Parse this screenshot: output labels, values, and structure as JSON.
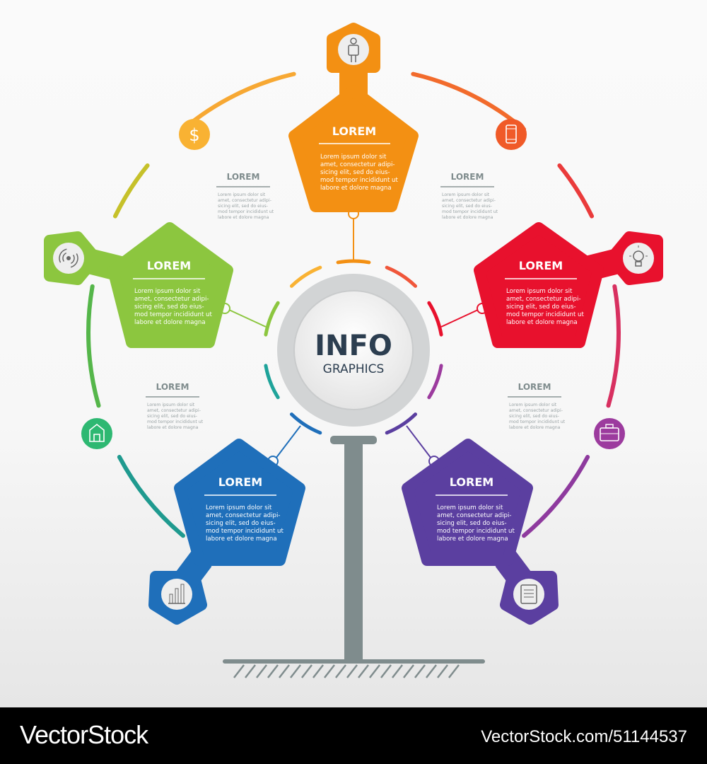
{
  "center": {
    "title": "INFO",
    "subtitle": "GRAPHICS"
  },
  "sections": [
    {
      "title": "LOREM",
      "color": "#f39013",
      "icon": "person-icon",
      "body": [
        "Lorem ipsum dolor sit",
        "amet, consectetur adipi-",
        "sicing elit, sed do eius-",
        "mod tempor incididunt ut",
        "labore et dolore magna"
      ]
    },
    {
      "title": "LOREM",
      "color": "#8cc63f",
      "icon": "wifi-signal-icon",
      "body": [
        "Lorem ipsum dolor sit",
        "amet, consectetur adipi-",
        "sicing elit, sed do eius-",
        "mod tempor incididunt ut",
        "labore et dolore magna"
      ]
    },
    {
      "title": "LOREM",
      "color": "#e8112d",
      "icon": "lightbulb-icon",
      "body": [
        "Lorem ipsum dolor sit",
        "amet, consectetur adipi-",
        "sicing elit, sed do eius-",
        "mod tempor incididunt ut",
        "labore et dolore magna"
      ]
    },
    {
      "title": "LOREM",
      "color": "#1f6fba",
      "icon": "bar-chart-icon",
      "body": [
        "Lorem ipsum dolor sit",
        "amet, consectetur adipi-",
        "sicing elit, sed do eius-",
        "mod tempor incididunt ut",
        "labore et dolore magna"
      ]
    },
    {
      "title": "LOREM",
      "color": "#5b3fa0",
      "icon": "document-icon",
      "body": [
        "Lorem ipsum dolor sit",
        "amet, consectetur adipi-",
        "sicing elit, sed do eius-",
        "mod tempor incididunt ut",
        "labore et dolore magna"
      ]
    }
  ],
  "side_notes": [
    {
      "title": "LOREM",
      "body": [
        "Lorem ipsum dolor sit",
        "amet, consectetur adipi-",
        "sicing elit, sed do eius-",
        "mod tempor incididunt ut",
        "labore et dolore magna"
      ]
    },
    {
      "title": "LOREM",
      "body": [
        "Lorem ipsum dolor sit",
        "amet, consectetur adipi-",
        "sicing elit, sed do eius-",
        "mod tempor incididunt ut",
        "labore et dolore magna"
      ]
    },
    {
      "title": "LOREM",
      "body": [
        "Lorem ipsum dolor sit",
        "amet, consectetur adipi-",
        "sicing elit, sed do eius-",
        "mod tempor incididunt ut",
        "labore et dolore magna"
      ]
    },
    {
      "title": "LOREM",
      "body": [
        "Lorem ipsum dolor sit",
        "amet, consectetur adipi-",
        "sicing elit, sed do eius-",
        "mod tempor incididunt ut",
        "labore et dolore magna"
      ]
    }
  ],
  "ring_icons": [
    {
      "icon": "dollar-icon",
      "color": "#f9b233"
    },
    {
      "icon": "smartphone-icon",
      "color": "#f05a28"
    },
    {
      "icon": "home-icon",
      "color": "#2eb872"
    },
    {
      "icon": "briefcase-icon",
      "color": "#9c3b9e"
    }
  ],
  "footer": {
    "logo": "VectorStock",
    "id": "VectorStock.com/51144537"
  }
}
